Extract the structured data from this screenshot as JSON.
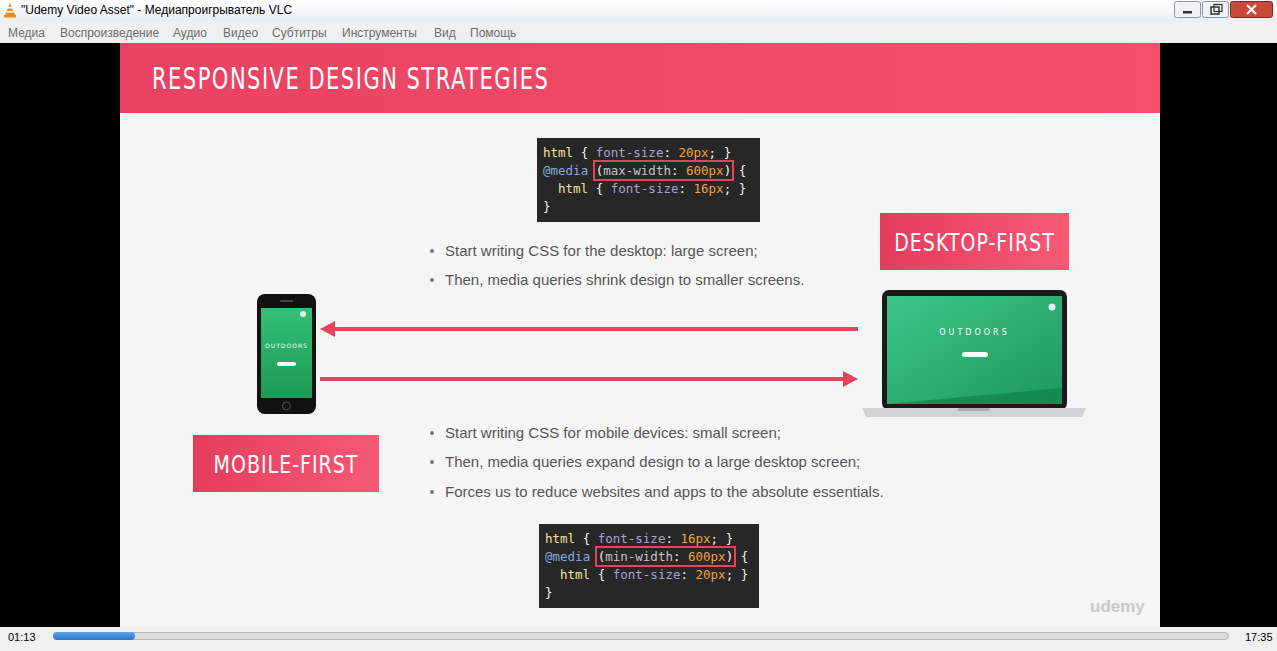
{
  "diagram": {
    "title": "RESPONSIVE DESIGN STRATEGIES",
    "nodes": [
      {
        "text": [
          "html { font-size: 20px; }",
          "@media (max-width: 600px) {",
          "html { font-size: 16px; }",
          "}"
        ]
      },
      {
        "text": [
          "DESKTOP-FIRST"
        ]
      },
      {
        "text": [
          "OUTDOORS"
        ]
      },
      {
        "text": [
          "OUTDOORS"
        ]
      },
      {
        "text": [
          "MOBILE-FIRST"
        ]
      },
      {
        "text": [
          "html { font-size: 16px; }",
          "@media (min-width: 600px) {",
          "html { font-size: 20px; }",
          "}"
        ]
      }
    ],
    "edges": [
      {
        "from": 3,
        "to": 2,
        "arrow": "to"
      },
      {
        "from": 2,
        "to": 3,
        "arrow": "to"
      }
    ],
    "labels": [
      "\"Udemy Video Asset\" - Медиапроигрыватель VLC",
      "Медиа",
      "Воспроизведение",
      "Аудио",
      "Видео",
      "Субтитры",
      "Инструменты",
      "Вид",
      "Помощь",
      "Start writing CSS for the desktop: large screen;",
      "Then, media queries shrink design to smaller screens.",
      "Start writing CSS for mobile devices: small screen;",
      "Then, media queries expand design to a large desktop screen;",
      "Forces us to reduce websites and apps to the absolute essentials.",
      "udemy",
      "01:13",
      "17:35"
    ]
  }
}
